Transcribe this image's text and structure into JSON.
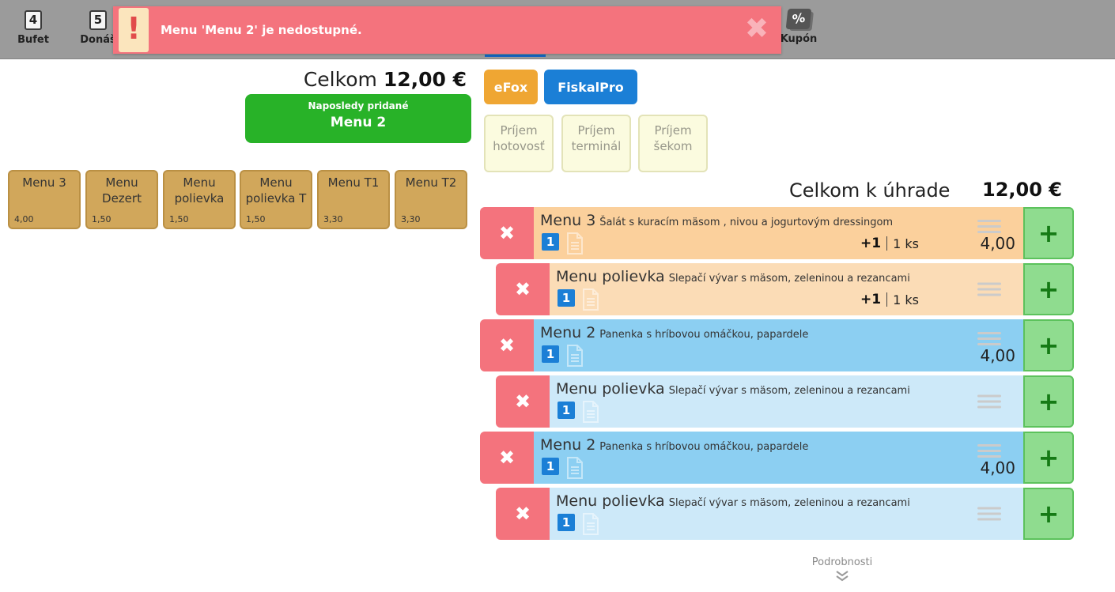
{
  "icons": {
    "delete": "✖",
    "add": "+",
    "close": "✖",
    "warning": "!",
    "percent": "%"
  },
  "topbar": {
    "items": [
      {
        "number": "4",
        "label": "Bufet"
      },
      {
        "number": "5",
        "label": "Donáš"
      }
    ],
    "kupon": {
      "label": "Kupón"
    },
    "notification": {
      "text": "Menu 'Menu 2' je nedostupné."
    }
  },
  "summary": {
    "celkom_label": "Celkom",
    "celkom_value": "12,00 €",
    "last_added_caption": "Naposledy pridané",
    "last_added_name": "Menu 2"
  },
  "payment": {
    "device_tabs": [
      {
        "label": "eFox"
      },
      {
        "label": "FiskalPro"
      }
    ],
    "methods": [
      {
        "label": "Príjem hotovosť"
      },
      {
        "label": "Príjem terminál"
      },
      {
        "label": "Príjem šekom"
      }
    ]
  },
  "menu_buttons": [
    {
      "name": "Menu 3",
      "price": "4,00"
    },
    {
      "name": "Menu Dezert",
      "price": "1,50"
    },
    {
      "name": "Menu polievka",
      "price": "1,50"
    },
    {
      "name": "Menu polievka T",
      "price": "1,50"
    },
    {
      "name": "Menu T1",
      "price": "3,30"
    },
    {
      "name": "Menu T2",
      "price": "3,30"
    }
  ],
  "order": {
    "total_label": "Celkom k úhrade",
    "total_value": "12,00 €",
    "rows": [
      {
        "name": "Menu 3",
        "desc": "Šalát s kuracím mäsom , nivou a jogurtovým dressingom",
        "qty": "1",
        "plus_qty": "+1",
        "unit": "1 ks",
        "price": "4,00"
      },
      {
        "name": "Menu polievka",
        "desc": "Slepačí vývar s mäsom, zeleninou a rezancami",
        "qty": "1",
        "plus_qty": "+1",
        "unit": "1 ks",
        "price": ""
      },
      {
        "name": "Menu 2",
        "desc": "Panenka s hríbovou omáčkou, papardele",
        "qty": "1",
        "price": "4,00"
      },
      {
        "name": "Menu polievka",
        "desc": "Slepačí vývar s mäsom, zeleninou a rezancami",
        "qty": "1",
        "price": ""
      },
      {
        "name": "Menu 2",
        "desc": "Panenka s hríbovou omáčkou, papardele",
        "qty": "1",
        "price": "4,00"
      },
      {
        "name": "Menu polievka",
        "desc": "Slepačí vývar s mäsom, zeleninou a rezancami",
        "qty": "1",
        "price": ""
      }
    ]
  },
  "footer": {
    "details_label": "Podrobnosti"
  }
}
